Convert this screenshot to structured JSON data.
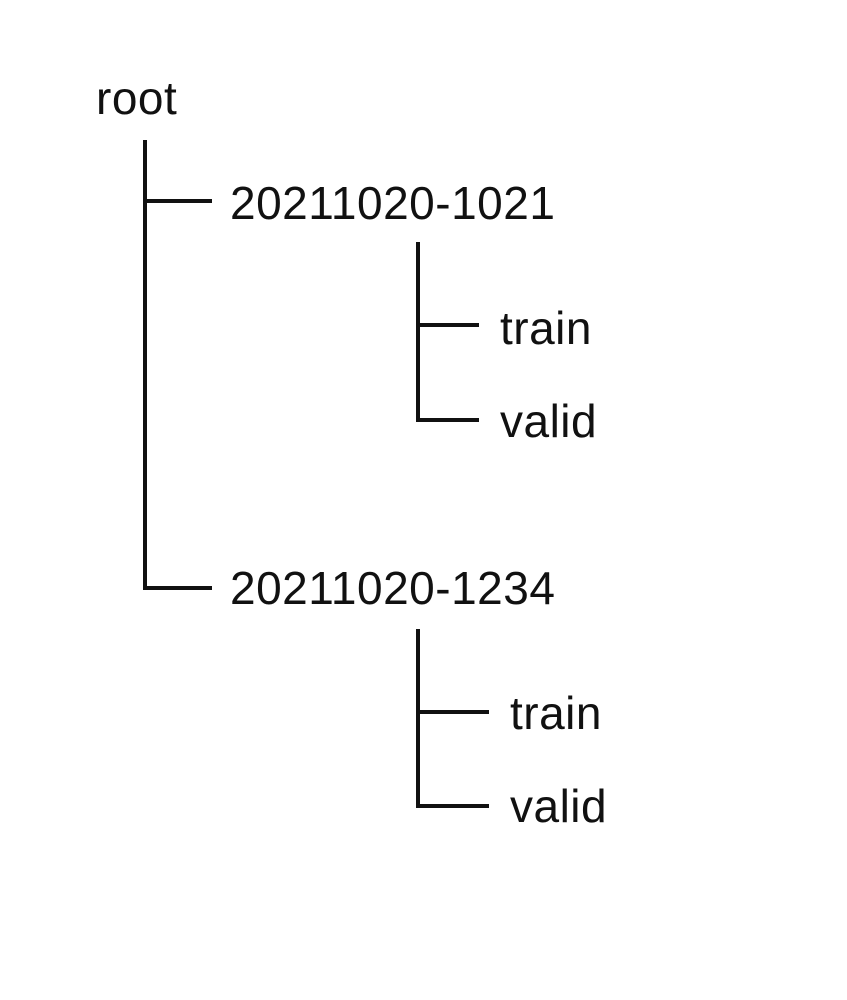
{
  "tree": {
    "root": {
      "label": "root"
    },
    "children": [
      {
        "label": "20211020-1021",
        "children": [
          {
            "label": "train"
          },
          {
            "label": "valid"
          }
        ]
      },
      {
        "label": "20211020-1234",
        "children": [
          {
            "label": "train"
          },
          {
            "label": "valid"
          }
        ]
      }
    ]
  },
  "colors": {
    "line": "#111111",
    "text": "#111111",
    "background": "#ffffff"
  }
}
